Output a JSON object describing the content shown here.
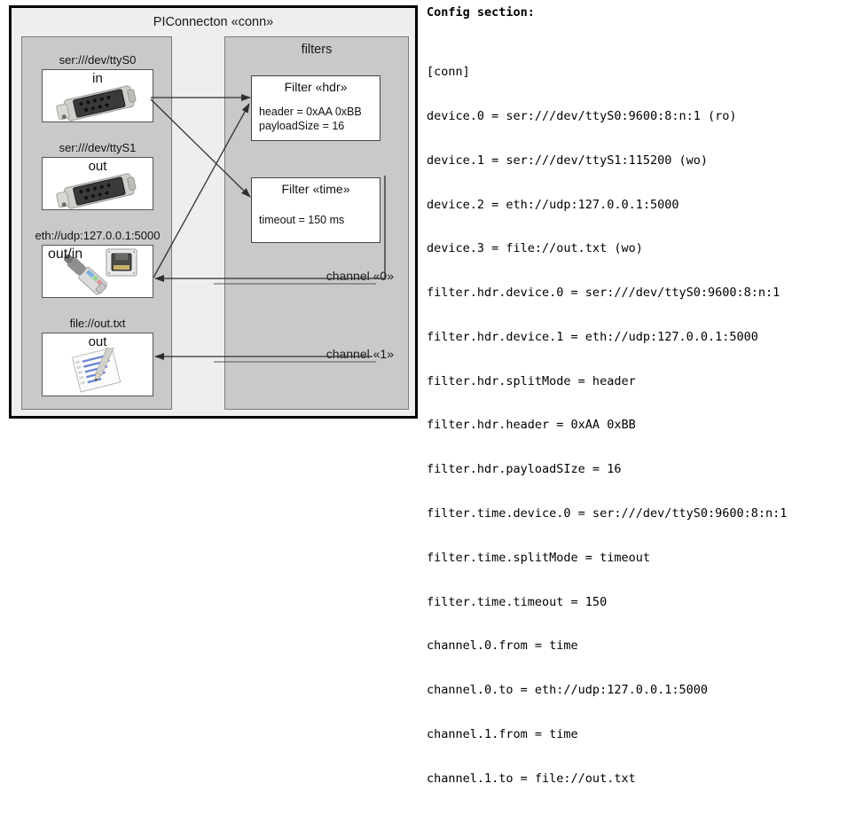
{
  "diagram": {
    "title": "PIConnecton «conn»",
    "devices_panel": {
      "devices": [
        {
          "label": "ser:///dev/ttyS0",
          "io": "in",
          "icon": "serial-port-icon"
        },
        {
          "label": "ser:///dev/ttyS1",
          "io": "out",
          "icon": "serial-port-icon"
        },
        {
          "label": "eth://udp:127.0.0.1:5000",
          "io": "out/in",
          "icon": "ethernet-jack-icon"
        },
        {
          "label": "file://out.txt",
          "io": "out",
          "icon": "document-pencil-icon"
        }
      ]
    },
    "filters_panel": {
      "title": "filters",
      "filters": [
        {
          "title": "Filter «hdr»",
          "props": [
            "header = 0xAA 0xBB",
            "payloadSize = 16"
          ]
        },
        {
          "title": "Filter «time»",
          "props": [
            "timeout = 150 ms"
          ]
        }
      ],
      "channels": [
        {
          "label": "channel «0»"
        },
        {
          "label": "channel «1»"
        }
      ]
    }
  },
  "config": {
    "heading": "Config section:",
    "lines": [
      "[conn]",
      "device.0 = ser:///dev/ttyS0:9600:8:n:1 (ro)",
      "device.1 = ser:///dev/ttyS1:115200 (wo)",
      "device.2 = eth://udp:127.0.0.1:5000",
      "device.3 = file://out.txt (wo)",
      "filter.hdr.device.0 = ser:///dev/ttyS0:9600:8:n:1",
      "filter.hdr.device.1 = eth://udp:127.0.0.1:5000",
      "filter.hdr.splitMode = header",
      "filter.hdr.header = 0xAA 0xBB",
      "filter.hdr.payloadSIze = 16",
      "filter.time.device.0 = ser:///dev/ttyS0:9600:8:n:1",
      "filter.time.splitMode = timeout",
      "filter.time.timeout = 150",
      "channel.0.from = time",
      "channel.0.to = eth://udp:127.0.0.1:5000",
      "channel.1.from = time",
      "channel.1.to = file://out.txt"
    ]
  },
  "colors": {
    "frame_bg": "#eeeeee",
    "panel_bg": "#c9c9c9",
    "node_bg": "#ffffff",
    "border": "#555555",
    "arrow": "#333333"
  }
}
